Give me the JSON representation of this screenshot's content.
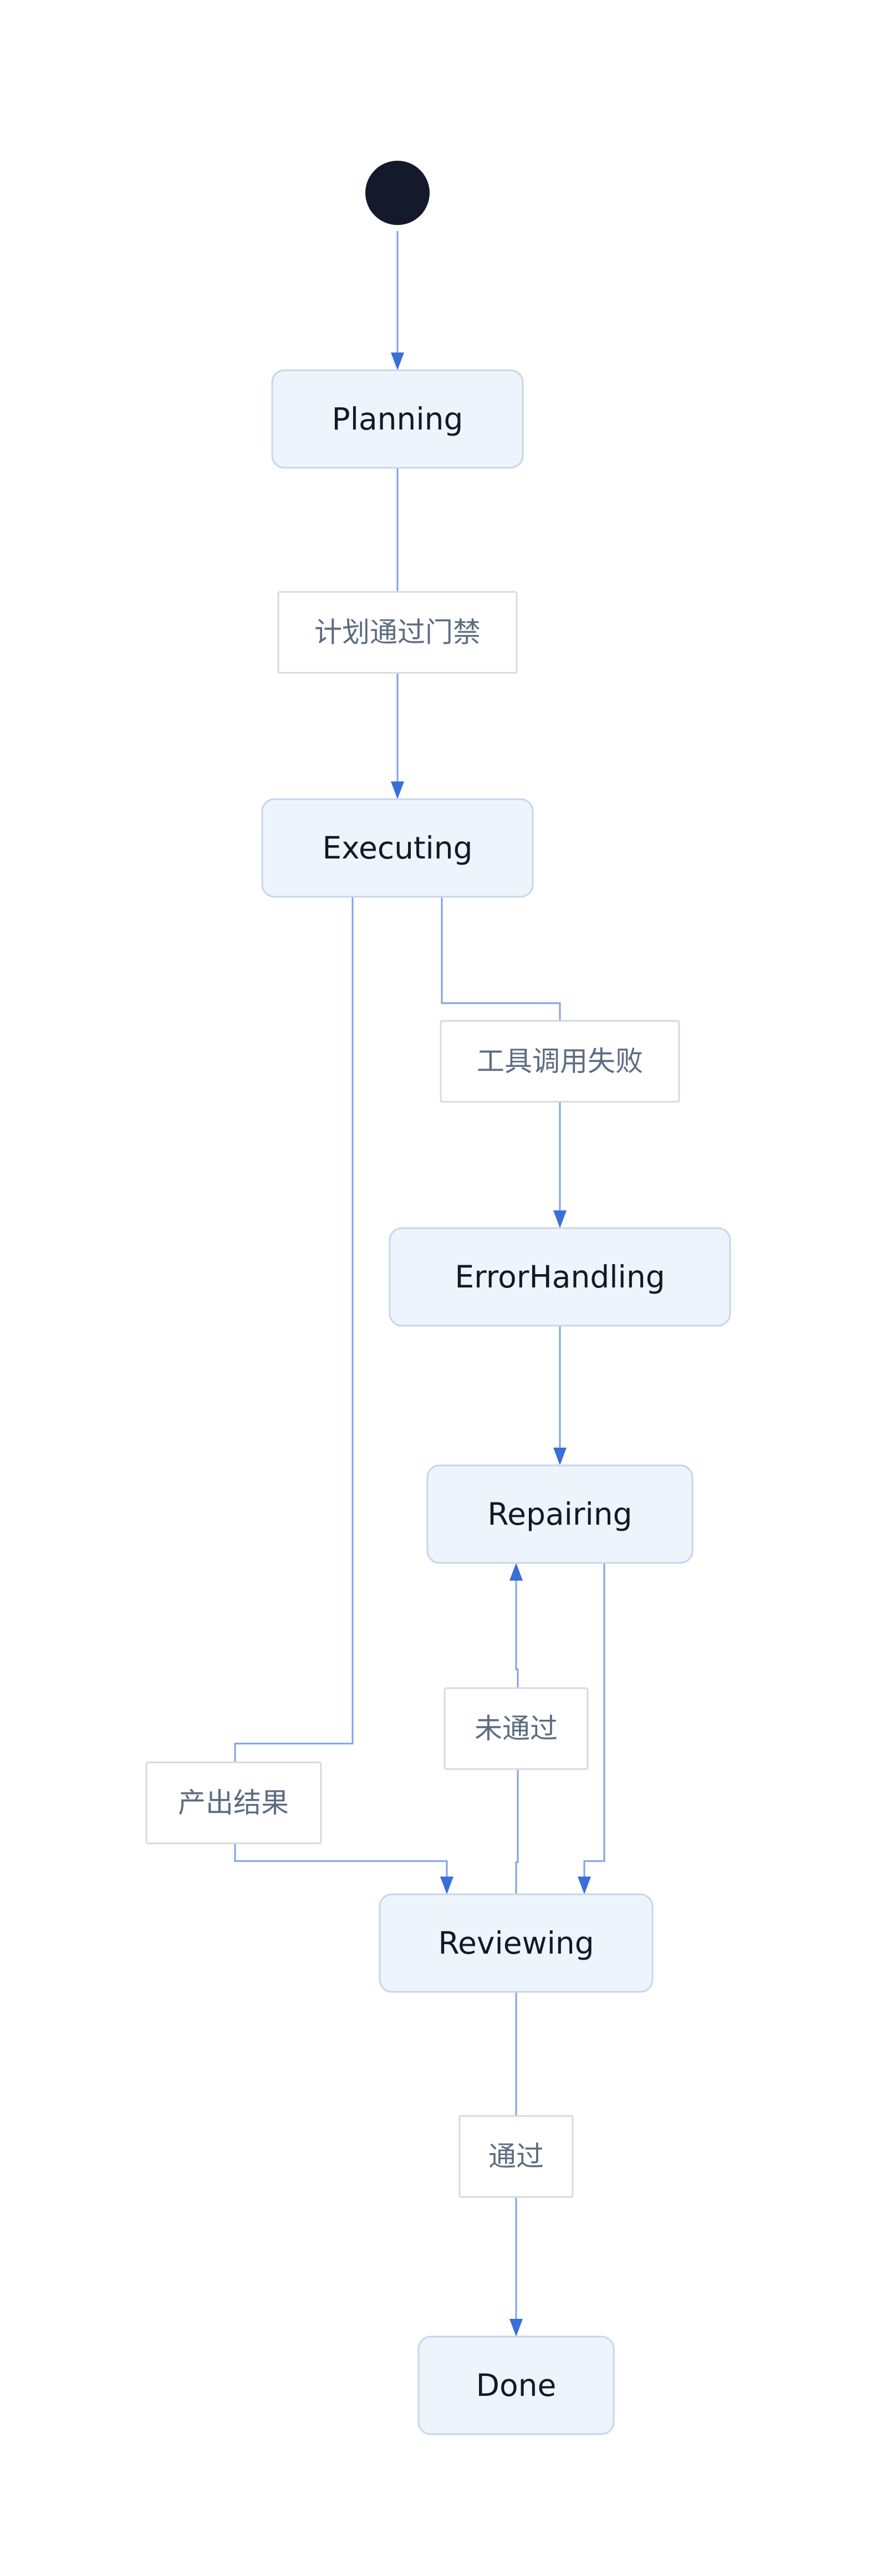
{
  "diagram": {
    "type": "state-diagram",
    "initial_state": "Planning",
    "states": {
      "planning": "Planning",
      "executing": "Executing",
      "error_handling": "ErrorHandling",
      "repairing": "Repairing",
      "reviewing": "Reviewing",
      "done": "Done"
    },
    "transitions": {
      "planning_to_executing": "计划通过门禁",
      "executing_to_error_handling": "工具调用失败",
      "executing_to_reviewing": "产出结果",
      "reviewing_to_repairing": "未通过",
      "reviewing_to_done": "通过"
    },
    "colors": {
      "state_fill": "#eef4fc",
      "state_border": "#c6d6ee",
      "edge_line": "#7ea2e6",
      "arrowhead": "#3a6fd8",
      "start_node": "#141a2b",
      "label_text": "#5d6c82"
    }
  }
}
